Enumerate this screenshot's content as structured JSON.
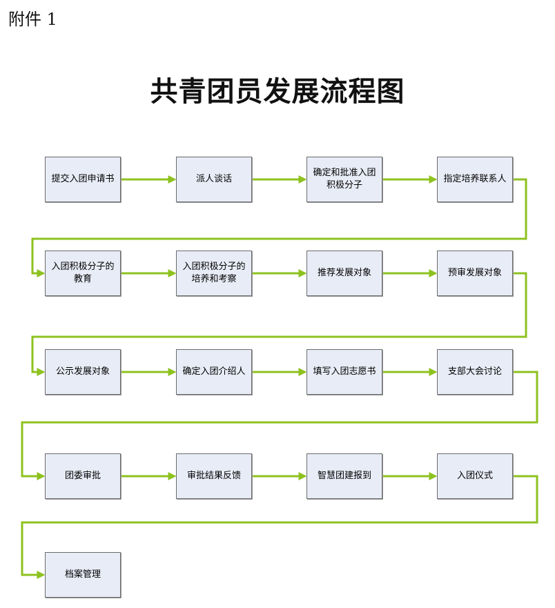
{
  "attachment_label": "附件 1",
  "title": "共青团员发展流程图",
  "line_color": "#8dc21f",
  "box_fill": "#e8ecf6",
  "steps": [
    "提交入团申请书",
    "派人谈话",
    "确定和批准入团积极分子",
    "指定培养联系人",
    "入团积极分子的教育",
    "入团积极分子的培养和考察",
    "推荐发展对象",
    "预审发展对象",
    "公示发展对象",
    "确定入团介绍人",
    "填写入团志愿书",
    "支部大会讨论",
    "团委审批",
    "审批结果反馈",
    "智慧团建报到",
    "入团仪式",
    "档案管理"
  ]
}
